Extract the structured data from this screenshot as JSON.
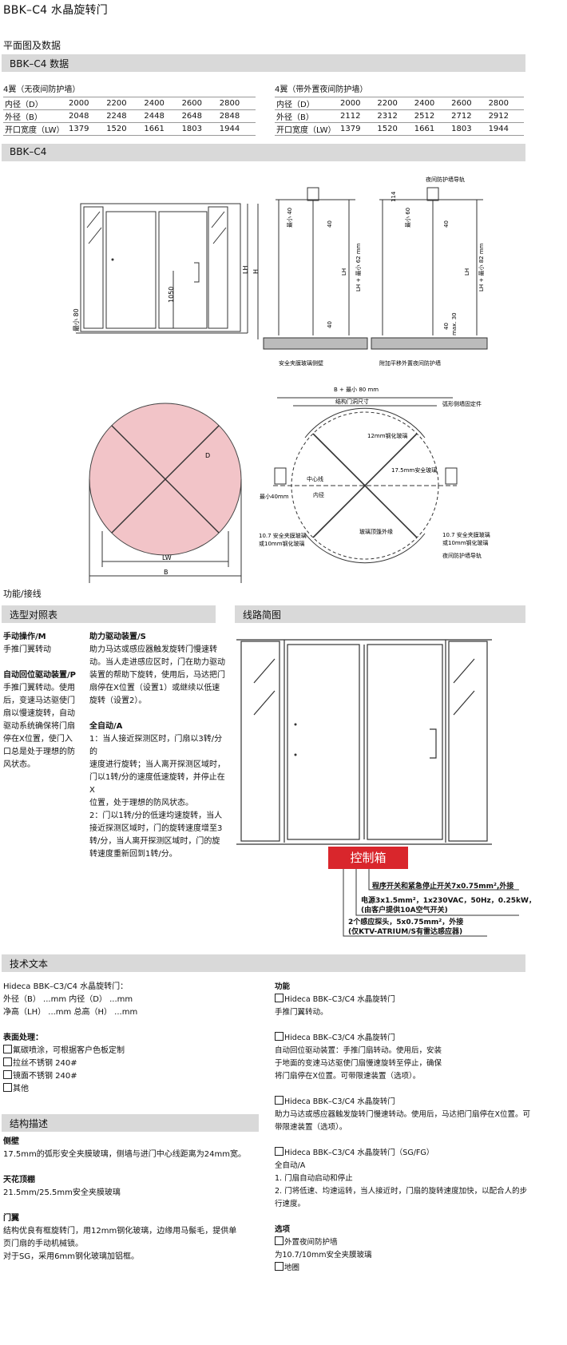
{
  "title": "BBK–C4 水晶旋转门",
  "subtitle": "平面图及数据",
  "data_bar": "BBK–C4 数据",
  "table_left": {
    "caption": "4翼（无夜间防护墙）",
    "rows": [
      [
        "内径（D）",
        "2000",
        "2200",
        "2400",
        "2600",
        "2800"
      ],
      [
        "外径（B）",
        "2048",
        "2248",
        "2448",
        "2648",
        "2848"
      ],
      [
        "开口宽度（LW）",
        "1379",
        "1520",
        "1661",
        "1803",
        "1944"
      ]
    ]
  },
  "table_right": {
    "caption": "4翼（带外置夜间防护墙）",
    "rows": [
      [
        "内径（D）",
        "2000",
        "2200",
        "2400",
        "2600",
        "2800"
      ],
      [
        "外径（B）",
        "2112",
        "2312",
        "2512",
        "2712",
        "2912"
      ],
      [
        "开口宽度（LW）",
        "1379",
        "1520",
        "1661",
        "1803",
        "1944"
      ]
    ]
  },
  "drawing_bar": "BBK–C4",
  "drawings": {
    "front": {
      "h1050": "1050",
      "lh": "LH",
      "h": "H",
      "min80": "最小 80"
    },
    "section1": {
      "min40": "最小 40",
      "v40": "40",
      "v40b": "40",
      "lh": "LH",
      "lh62": "LH + 最小 62 mm",
      "caption": "安全夹膜玻璃侧壁"
    },
    "section2": {
      "rail": "夜间防护墙导轨",
      "v114": "114",
      "min60": "最小 60",
      "v40": "40",
      "v40b": "40",
      "max30": "max. 30",
      "lh": "LH",
      "lh82": "LH + 最小 82 mm",
      "caption": "附加平移外置夜间防护墙"
    },
    "plan": {
      "d": "D",
      "lw": "LW",
      "b": "B"
    },
    "plan2": {
      "dim_top": "B + 最小 80 mm",
      "hole": "结构门洞尺寸",
      "arc_fix": "弧形侧墙固定件",
      "g12": "12mm钢化玻璃",
      "g175": "17.5mm安全玻璃",
      "center": "中心线",
      "inner": "内径",
      "min40": "最小40mm",
      "fold": "玻璃顶篷外缘",
      "left_glass_1": "10.7 安全夹膜玻璃",
      "left_glass_2": "或10mm钢化玻璃",
      "right_glass_1": "10.7 安全夹膜玻璃",
      "right_glass_2": "或10mm钢化玻璃",
      "night_rail": "夜间防护墙导轨"
    }
  },
  "func_heading": "功能/接线",
  "select_bar": "选型对照表",
  "wiring_bar": "线路简图",
  "select": {
    "col1": [
      {
        "t": "手动操作/M",
        "b": true
      },
      {
        "t": "手推门翼转动",
        "b": false
      },
      {
        "t": "",
        "b": false
      },
      {
        "t": "自动回位驱动装置/P",
        "b": true
      },
      {
        "t": "手推门翼转动。使用",
        "b": false
      },
      {
        "t": "后，变速马达驱使门",
        "b": false
      },
      {
        "t": "扇以慢速旋转，自动",
        "b": false
      },
      {
        "t": "驱动系统确保将门扇",
        "b": false
      },
      {
        "t": "停在X位置，使门入",
        "b": false
      },
      {
        "t": "口总是处于理想的防",
        "b": false
      },
      {
        "t": "风状态。",
        "b": false
      }
    ],
    "col2": [
      {
        "t": "助力驱动装置/S",
        "b": true
      },
      {
        "t": "助力马达或感应器触发旋转门慢速转",
        "b": false
      },
      {
        "t": "动。当人走进感应区时，门在助力驱动",
        "b": false
      },
      {
        "t": "装置的帮助下旋转，使用后，马达把门",
        "b": false
      },
      {
        "t": "扇停在X位置（设置1）或继续以低速",
        "b": false
      },
      {
        "t": "旋转（设置2）。",
        "b": false
      },
      {
        "t": "",
        "b": false
      },
      {
        "t": "全自动/A",
        "b": true
      },
      {
        "t": "1：当人接近探测区时，门扇以3转/分的",
        "b": false
      },
      {
        "t": "速度进行旋转；当人离开探测区域时，",
        "b": false
      },
      {
        "t": "门以1转/分的速度低速旋转，并停止在X",
        "b": false
      },
      {
        "t": "位置，处于理想的防风状态。",
        "b": false
      },
      {
        "t": "2：门以1转/分的低速均速旋转，当人",
        "b": false
      },
      {
        "t": "接近探测区域时，门的旋转速度增至3",
        "b": false
      },
      {
        "t": "转/分，当人离开探测区域时，门的旋",
        "b": false
      },
      {
        "t": "转速度重新回到1转/分。",
        "b": false
      }
    ]
  },
  "wiring": {
    "control_box": "控制箱",
    "w1": "程序开关和紧急停止开关7x0.75mm²,外接",
    "w2a": "电源3x1.5mm²，1x230VAC，50Hz，0.25kW，",
    "w2b": "(由客户提供10A空气开关)",
    "w3a": "2个感应探头，5x0.75mm²，外接",
    "w3b": "(仅KTV-ATRIUM/S有雷达感应器)"
  },
  "tech_bar": "技术文本",
  "tech": {
    "left": [
      {
        "t": "Hideca BBK–C3/C4 水晶旋转门：",
        "b": false,
        "c": false
      },
      {
        "t": "外径（B）  ...mm  内径（D）  ...mm",
        "b": false,
        "c": false
      },
      {
        "t": "净高（LH）  ...mm  总高（H）  ...mm",
        "b": false,
        "c": false
      },
      {
        "t": "",
        "b": false,
        "c": false
      },
      {
        "t": "表面处理：",
        "b": true,
        "c": false
      },
      {
        "t": "氟碳喷涂，可根据客户色板定制",
        "b": false,
        "c": true
      },
      {
        "t": "拉丝不锈钢 240#",
        "b": false,
        "c": true
      },
      {
        "t": "镜面不锈钢 240#",
        "b": false,
        "c": true
      },
      {
        "t": "其他",
        "b": false,
        "c": true
      }
    ],
    "right": [
      {
        "t": "功能",
        "b": true,
        "c": false
      },
      {
        "t": "Hideca BBK–C3/C4 水晶旋转门",
        "b": false,
        "c": true
      },
      {
        "t": "手推门翼转动。",
        "b": false,
        "c": false
      },
      {
        "t": "",
        "b": false,
        "c": false
      },
      {
        "t": "Hideca BBK–C3/C4 水晶旋转门",
        "b": false,
        "c": true
      },
      {
        "t": "自动回位驱动装置：手推门扇转动。使用后，安装",
        "b": false,
        "c": false
      },
      {
        "t": "于地面的变速马达驱使门扇慢速旋转至停止，确保",
        "b": false,
        "c": false
      },
      {
        "t": "将门扇停在X位置。可带限速装置（选项）。",
        "b": false,
        "c": false
      },
      {
        "t": "",
        "b": false,
        "c": false
      },
      {
        "t": "Hideca BBK–C3/C4 水晶旋转门",
        "b": false,
        "c": true
      },
      {
        "t": "助力马达或感应器触发旋转门慢速转动。使用后，马达把门扇停在X位置。可",
        "b": false,
        "c": false
      },
      {
        "t": "带限速装置（选项）。",
        "b": false,
        "c": false
      },
      {
        "t": "",
        "b": false,
        "c": false
      },
      {
        "t": "Hideca BBK–C3/C4 水晶旋转门（SG/FG）",
        "b": false,
        "c": true
      },
      {
        "t": "全自动/A",
        "b": false,
        "c": false
      },
      {
        "t": "1. 门扇自动启动和停止",
        "b": false,
        "c": false
      },
      {
        "t": "2. 门将低速、均速运转，当人接近时，门扇的旋转速度加快，以配合人的步",
        "b": false,
        "c": false
      },
      {
        "t": "   行速度。",
        "b": false,
        "c": false
      },
      {
        "t": "",
        "b": false,
        "c": false
      },
      {
        "t": "选项",
        "b": true,
        "c": false
      },
      {
        "t": "外置夜间防护墙",
        "b": false,
        "c": true
      },
      {
        "t": "为10.7/10mm安全夹膜玻璃",
        "b": false,
        "c": false
      },
      {
        "t": "地圈",
        "b": false,
        "c": true
      }
    ]
  },
  "struct_bar": "结构描述",
  "struct": [
    {
      "t": "侧壁",
      "b": true
    },
    {
      "t": "17.5mm的弧形安全夹膜玻璃，侧墙与进门中心线距离为24mm宽。",
      "b": false
    },
    {
      "t": "",
      "b": false
    },
    {
      "t": "天花顶棚",
      "b": true
    },
    {
      "t": "21.5mm/25.5mm安全夹膜玻璃",
      "b": false
    },
    {
      "t": "",
      "b": false
    },
    {
      "t": "门翼",
      "b": true
    },
    {
      "t": "结构优良有框旋转门，用12mm钢化玻璃，边缘用马鬃毛，提供单",
      "b": false
    },
    {
      "t": "页门扇的手动机械锁。",
      "b": false
    },
    {
      "t": "对于SG，采用6mm钢化玻璃加铝框。",
      "b": false
    }
  ],
  "colors": {
    "bar": "#d9d9d9",
    "pink": "#f2c4c8",
    "red": "#d9262c",
    "line": "#333333"
  }
}
